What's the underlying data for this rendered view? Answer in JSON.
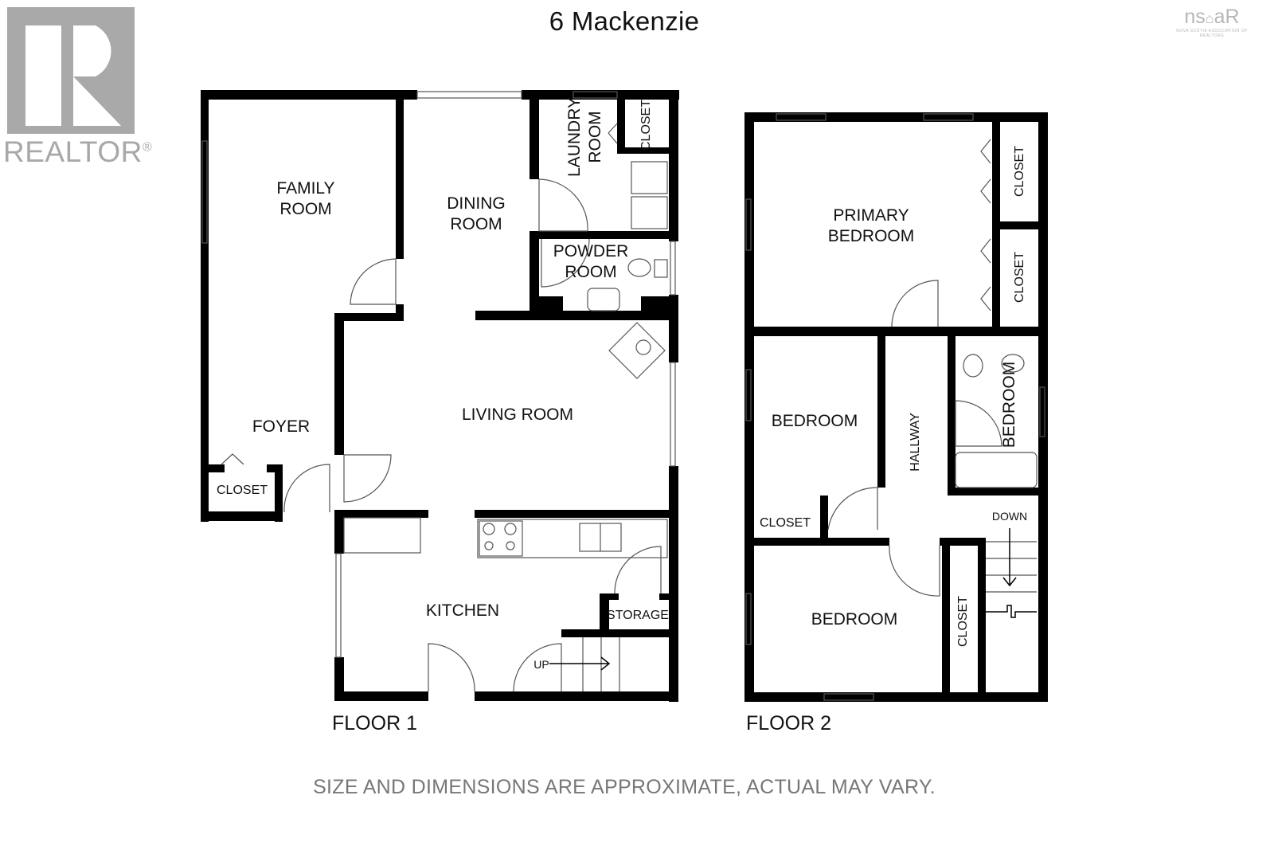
{
  "title": "6 Mackenzie",
  "logos": {
    "realtor": {
      "text": "REALTOR",
      "mark": "®",
      "icon": "realtor-r-icon",
      "color": "#a8a8a8"
    },
    "nsar": {
      "mark": "NS^AR",
      "subtitle": "NOVA SCOTIA ASSOCIATION OF REALTORS",
      "icon": "nsar-house-icon",
      "color": "#b6b6b6"
    }
  },
  "floors": [
    {
      "label": "FLOOR 1",
      "rooms": [
        {
          "name": "FAMILY\nROOM"
        },
        {
          "name": "DINING\nROOM"
        },
        {
          "name": "LAUNDRY\nROOM"
        },
        {
          "name": "CLOSET"
        },
        {
          "name": "POWDER\nROOM"
        },
        {
          "name": "LIVING ROOM"
        },
        {
          "name": "FOYER"
        },
        {
          "name": "CLOSET"
        },
        {
          "name": "KITCHEN"
        },
        {
          "name": "STORAGE"
        }
      ],
      "stairs": {
        "direction_label": "UP"
      }
    },
    {
      "label": "FLOOR 2",
      "rooms": [
        {
          "name": "PRIMARY\nBEDROOM"
        },
        {
          "name": "CLOSET"
        },
        {
          "name": "CLOSET"
        },
        {
          "name": "BEDROOM"
        },
        {
          "name": "HALLWAY"
        },
        {
          "name": "BEDROOM"
        },
        {
          "name": "CLOSET"
        },
        {
          "name": "BEDROOM"
        },
        {
          "name": "CLOSET"
        }
      ],
      "stairs": {
        "direction_label": "DOWN"
      }
    }
  ],
  "disclaimer": "SIZE AND DIMENSIONS ARE APPROXIMATE, ACTUAL MAY VARY.",
  "colors": {
    "wall": "#000000",
    "fixture_line": "#555555",
    "background": "#ffffff",
    "disclaimer_text": "#777777"
  }
}
